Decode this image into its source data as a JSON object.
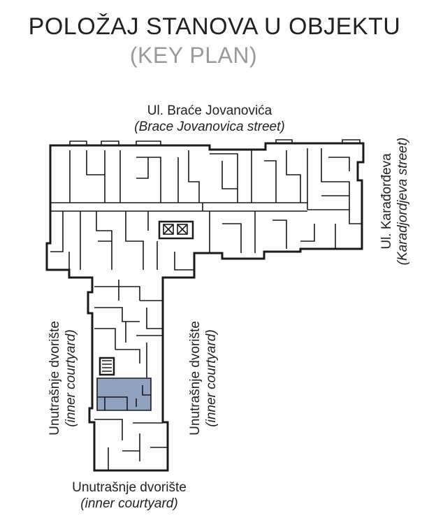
{
  "title": "POLOŽAJ STANOVA U OBJEKTU",
  "subtitle": "(KEY PLAN)",
  "streets": {
    "top": {
      "local": "Ul. Braće Jovanovića",
      "english": "(Brace Jovanovica street)"
    },
    "right": {
      "local": "Ul. Karađorđeva",
      "english": "(Karadjordjeva street)"
    }
  },
  "courtyards": {
    "left": {
      "local": "Unutrašnje dvorište",
      "english": "(inner courtyard)"
    },
    "middle": {
      "local": "Unutrašnje dvorište",
      "english": "(inner courtyard)"
    },
    "bottom": {
      "local": "Unutrašnje dvorište",
      "english": "(inner courtyard)"
    }
  },
  "colors": {
    "highlight": "#8fa2c0",
    "walls": "#1a1a1a"
  }
}
